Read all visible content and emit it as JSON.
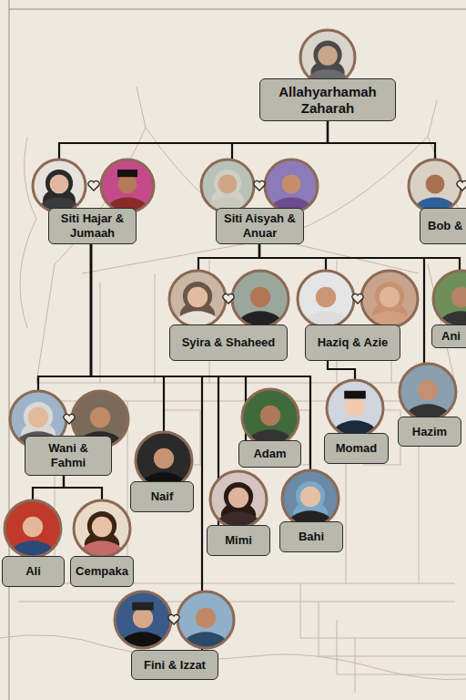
{
  "diagram": {
    "nodes": [
      {
        "text": [
          "Allahyarhamah Zaharah"
        ]
      },
      {
        "text": [
          "Siti Hajar & Jumaah"
        ]
      },
      {
        "text": [
          "Siti Aisyah & Anuar"
        ]
      },
      {
        "text": [
          "Bob &"
        ]
      },
      {
        "text": [
          "Syira & Shaheed"
        ]
      },
      {
        "text": [
          "Haziq & Azie"
        ]
      },
      {
        "text": [
          "Ani"
        ]
      },
      {
        "text": [
          "Wani & Fahmi"
        ]
      },
      {
        "text": [
          "Naif"
        ]
      },
      {
        "text": [
          "Adam"
        ]
      },
      {
        "text": [
          "Momad"
        ]
      },
      {
        "text": [
          "Hazim"
        ]
      },
      {
        "text": [
          "Mimi"
        ]
      },
      {
        "text": [
          "Bahi"
        ]
      },
      {
        "text": [
          "Ali"
        ]
      },
      {
        "text": [
          "Cempaka"
        ]
      },
      {
        "text": [
          "Fini & Izzat"
        ]
      }
    ],
    "edges": [
      {
        "from": 0,
        "to": 1,
        "arrow": "none"
      },
      {
        "from": 0,
        "to": 2,
        "arrow": "none"
      },
      {
        "from": 0,
        "to": 3,
        "arrow": "none"
      },
      {
        "from": 1,
        "to": 7,
        "arrow": "none"
      },
      {
        "from": 1,
        "to": 8,
        "arrow": "none"
      },
      {
        "from": 1,
        "to": 16,
        "arrow": "none"
      },
      {
        "from": 1,
        "to": 12,
        "arrow": "none"
      },
      {
        "from": 1,
        "to": 9,
        "arrow": "none"
      },
      {
        "from": 1,
        "to": 13,
        "arrow": "none"
      },
      {
        "from": 2,
        "to": 4,
        "arrow": "none"
      },
      {
        "from": 2,
        "to": 5,
        "arrow": "none"
      },
      {
        "from": 2,
        "to": 6,
        "arrow": "none"
      },
      {
        "from": 2,
        "to": 11,
        "arrow": "none"
      },
      {
        "from": 5,
        "to": 10,
        "arrow": "none"
      },
      {
        "from": 7,
        "to": 14,
        "arrow": "none"
      },
      {
        "from": 7,
        "to": 15,
        "arrow": "none"
      }
    ]
  }
}
